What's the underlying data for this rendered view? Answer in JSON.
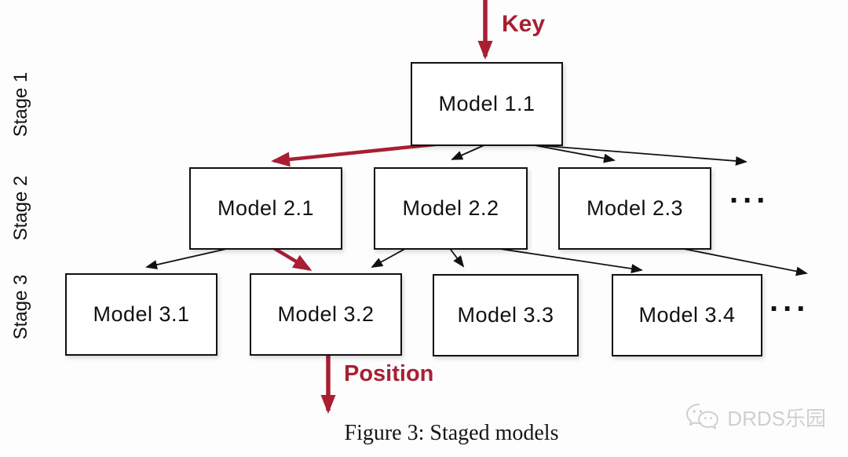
{
  "caption": "Figure 3: Staged models",
  "flow_labels": {
    "input": "Key",
    "output": "Position"
  },
  "stages": [
    {
      "label": "Stage 1",
      "models": [
        "Model 1.1"
      ],
      "ellipsis": ""
    },
    {
      "label": "Stage 2",
      "models": [
        "Model 2.1",
        "Model 2.2",
        "Model 2.3"
      ],
      "ellipsis": "..."
    },
    {
      "label": "Stage 3",
      "models": [
        "Model 3.1",
        "Model 3.2",
        "Model 3.3",
        "Model 3.4"
      ],
      "ellipsis": "..."
    }
  ],
  "edges": {
    "red_path": [
      "Key -> Model 1.1",
      "Model 1.1 -> Model 2.1",
      "Model 2.1 -> Model 3.2",
      "Model 3.2 -> Position"
    ],
    "black": [
      "Model 1.1 -> Model 2.2",
      "Model 1.1 -> Model 2.3",
      "Model 1.1 -> (more stage-2 models)",
      "Model 2.1 -> Model 3.1",
      "Model 2.2 -> Model 3.2",
      "Model 2.2 -> Model 3.3",
      "Model 2.2 -> Model 3.4",
      "Model 2.3 -> (more stage-3 models)"
    ]
  },
  "colors": {
    "accent_red": "#A81F33",
    "line_black": "#111111",
    "box_fill": "#ffffff",
    "watermark_gray": "#cfcfcf"
  },
  "watermark": {
    "text": "DRDS乐园",
    "icon": "wechat-chat-bubbles-icon"
  }
}
